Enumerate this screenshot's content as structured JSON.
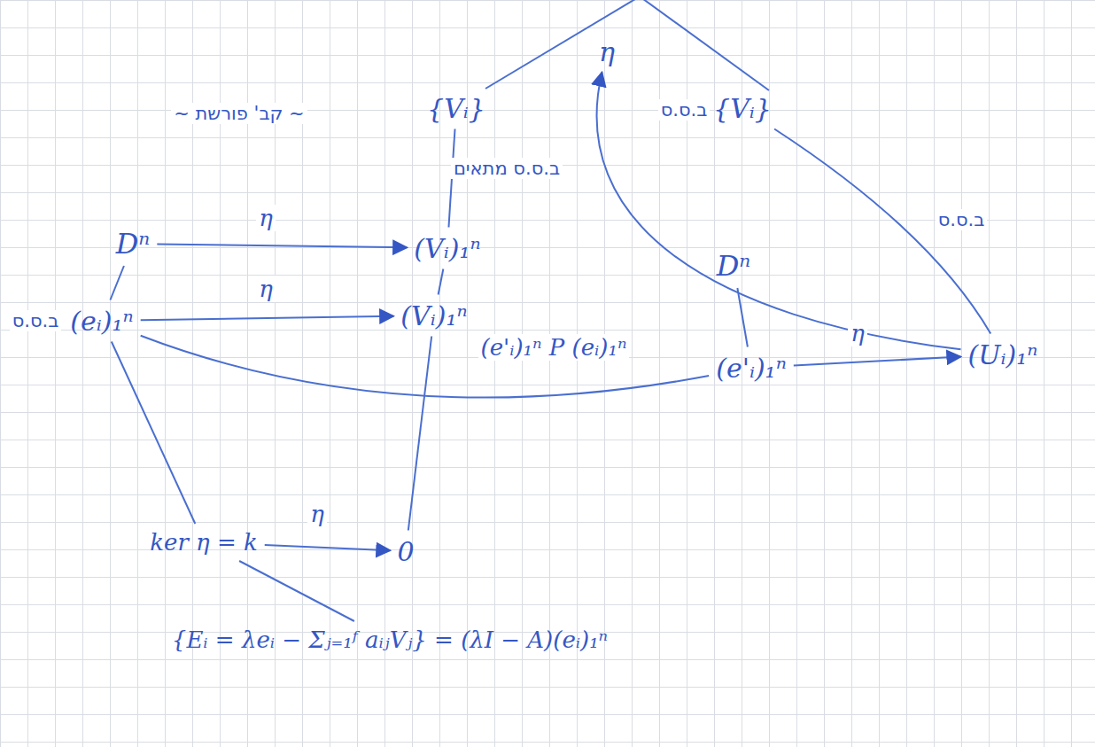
{
  "diagram": {
    "nodes": [
      {
        "text": [
          "η"
        ]
      },
      {
        "text": [
          "{Vᵢ}"
        ]
      },
      {
        "text": [
          "{Vᵢ}"
        ]
      },
      {
        "text": [
          "Dⁿ"
        ]
      },
      {
        "text": [
          "(Vᵢ)₁ⁿ"
        ]
      },
      {
        "text": [
          "Dⁿ"
        ]
      },
      {
        "text": [
          "(eᵢ)₁ⁿ"
        ]
      },
      {
        "text": [
          "(Vᵢ)₁ⁿ"
        ]
      },
      {
        "text": [
          "(e'ᵢ)₁ⁿ"
        ]
      },
      {
        "text": [
          "(Uᵢ)₁ⁿ"
        ]
      },
      {
        "text": [
          "ker η = k"
        ]
      },
      {
        "text": [
          "0"
        ]
      },
      {
        "text": [
          "{Eᵢ = λeᵢ − Σⱼ₌₁ᶠ aᵢⱼVⱼ} = (λI − A)(eᵢ)₁ⁿ"
        ]
      }
    ],
    "edges": [
      {
        "from": 1,
        "to": 4,
        "arrow": "none"
      },
      {
        "from": 3,
        "to": 4,
        "label": "η",
        "arrow": "to"
      },
      {
        "from": 3,
        "to": 6,
        "arrow": "none"
      },
      {
        "from": 6,
        "to": 7,
        "label": "η",
        "arrow": "to"
      },
      {
        "from": 4,
        "to": 7,
        "arrow": "none"
      },
      {
        "from": 7,
        "to": 11,
        "arrow": "none"
      },
      {
        "from": 6,
        "to": 8,
        "label": "(e'ᵢ)₁ⁿ P (eᵢ)₁ⁿ",
        "arrow": "none"
      },
      {
        "from": 5,
        "to": 8,
        "arrow": "none"
      },
      {
        "from": 8,
        "to": 9,
        "label": "η",
        "arrow": "to"
      },
      {
        "from": 9,
        "to": 0,
        "label": "ב.ס.ס מתאים",
        "arrow": "to"
      },
      {
        "from": 9,
        "to": 2,
        "label": "ב.ס.ס",
        "arrow": "none"
      },
      {
        "from": 6,
        "to": 10,
        "arrow": "none"
      },
      {
        "from": 10,
        "to": 11,
        "label": "η",
        "arrow": "to"
      },
      {
        "from": 10,
        "to": 12,
        "arrow": "none"
      }
    ],
    "labels": [
      "~ קב' פורשת ~",
      "ב.ס.ס",
      "ב.ס.ס"
    ]
  }
}
